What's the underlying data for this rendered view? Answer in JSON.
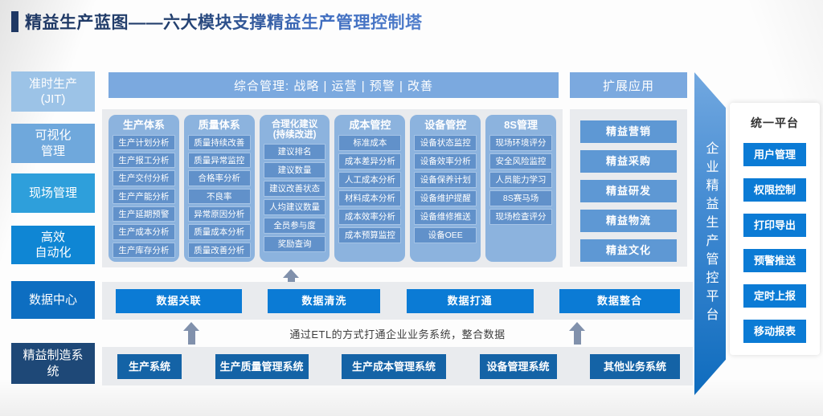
{
  "title": {
    "text": "精益生产蓝图——六大模块支撑精益生产管理控制塔"
  },
  "left_pillars": [
    {
      "label": "准时生产\n(JIT)",
      "color": "#9CC3E7"
    },
    {
      "label": "可视化\n管理",
      "color": "#6FA8DC"
    },
    {
      "label": "现场管理",
      "color": "#2E9FDB"
    },
    {
      "label": "高效\n自动化",
      "color": "#0F86D4"
    },
    {
      "label": "数据中心",
      "color": "#0D6EC1"
    },
    {
      "label": "精益制造系\n统",
      "color": "#1E4877"
    }
  ],
  "comprehensive_bar": {
    "label": "综合管理: 战略 | 运营 | 预警 | 改善"
  },
  "modules": [
    {
      "title": "生产体系",
      "items": [
        "生产计划分析",
        "生产报工分析",
        "生产交付分析",
        "生产产能分析",
        "生产延期预警",
        "生产成本分析",
        "生产库存分析"
      ]
    },
    {
      "title": "质量体系",
      "items": [
        "质量持续改善",
        "质量异常监控",
        "合格率分析",
        "不良率",
        "异常原因分析",
        "质量成本分析",
        "质量改善分析"
      ]
    },
    {
      "title": "合理化建议\n(持续改进)",
      "items": [
        "建议排名",
        "建议数量",
        "建议改善状态",
        "人均建议数量",
        "全员参与度",
        "奖励查询"
      ]
    },
    {
      "title": "成本管控",
      "items": [
        "标准成本",
        "成本差异分析",
        "人工成本分析",
        "材料成本分析",
        "成本效率分析",
        "成本预算监控"
      ]
    },
    {
      "title": "设备管控",
      "items": [
        "设备状态监控",
        "设备效率分析",
        "设备保养计划",
        "设备维护提醒",
        "设备维修推送",
        "设备OEE"
      ]
    },
    {
      "title": "8S管理",
      "items": [
        "现场环境评分",
        "安全风险监控",
        "人员能力学习",
        "8S赛马场",
        "现场检查评分"
      ]
    }
  ],
  "extension": {
    "title": "扩展应用",
    "items": [
      "精益营销",
      "精益采购",
      "精益研发",
      "精益物流",
      "精益文化"
    ]
  },
  "ribbon": {
    "label": "企业精益生产管控平台"
  },
  "unified_platform": {
    "title": "统一平台",
    "items": [
      "用户管理",
      "权限控制",
      "打印导出",
      "预警推送",
      "定时上报",
      "移动报表"
    ]
  },
  "data_layer": {
    "items": [
      "数据关联",
      "数据清洗",
      "数据打通",
      "数据整合"
    ],
    "note": "通过ETL的方式打通企业业务系统，整合数据"
  },
  "source_systems": {
    "items": [
      "生产系统",
      "生产质量管理系统",
      "生产成本管理系统",
      "设备管理系统",
      "其他业务系统"
    ]
  },
  "colors": {
    "accent_bright_blue": "#0B7BD5",
    "accent_dark_blue": "#1463A6",
    "bar_blue": "#7BA9DF",
    "column_blue": "#8CB3DE",
    "item_blue": "#6191CA",
    "panel_gray": "#E9EBEE",
    "title_navy": "#1F3864",
    "arrow_gray": "#8191AC"
  }
}
